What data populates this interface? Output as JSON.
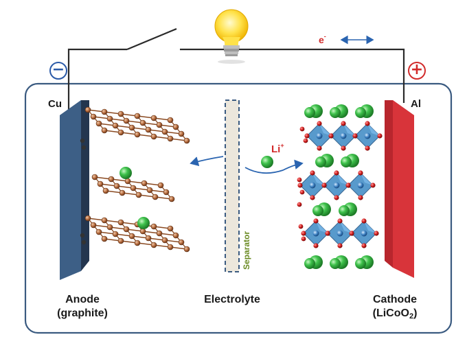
{
  "circuit": {
    "electron_symbol": "e",
    "electron_sup": "-",
    "negative_sign": "−",
    "positive_sign": "+"
  },
  "labels": {
    "anode_metal": "Cu",
    "cathode_metal": "Al",
    "anode_line1": "Anode",
    "anode_line2": "(graphite)",
    "electrolyte": "Electrolyte",
    "separator": "Separator",
    "cathode_line1": "Cathode",
    "cathode_formula_pre": "(LiCoO",
    "cathode_formula_sub": "2",
    "cathode_formula_post": ")",
    "ion_symbol": "Li",
    "ion_sup": "+"
  },
  "colors": {
    "anode_plate": "#3d5f86",
    "cathode_plate": "#d8343a",
    "negative_terminal": "#2a5aa8",
    "positive_terminal": "#d22b2b",
    "lithium_ion": "#2eaa3c",
    "graphite_atom": "#b56a3c",
    "cobalt_octahedron": "#4a92c8",
    "oxygen_atom": "#c81e1e",
    "separator_fill": "#ece7dc",
    "wire": "#2a2a2a",
    "cell_border": "#3a5a80"
  }
}
